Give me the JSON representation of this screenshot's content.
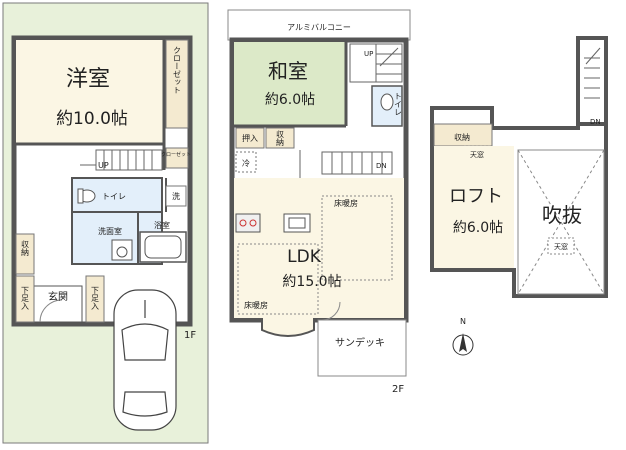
{
  "floor1": {
    "level": "1F",
    "western_room": {
      "name": "洋室",
      "area": "約10.0帖"
    },
    "closet": "クローゼット",
    "closet_small": "クローゼット",
    "stairs_up": "UP",
    "toilet": "トイレ",
    "wash_mark": "洗",
    "washroom": "洗面室",
    "bathroom": "浴室",
    "storage": "収納",
    "entrance": "玄関",
    "shoe_storage_left": "下足入",
    "shoe_storage_right": "下足入"
  },
  "floor2": {
    "level": "2F",
    "balcony": "アルミバルコニー",
    "japanese_room": {
      "name": "和室",
      "area": "約6.0帖"
    },
    "oshiire": "押入",
    "storage": "収納",
    "toilet": "トイレ",
    "stairs_up": "UP",
    "stairs_dn": "DN",
    "fridge": "冷",
    "floor_heating_top": "床暖房",
    "floor_heating_bottom": "床暖房",
    "ldk": {
      "name": "LDK",
      "area": "約15.0帖"
    },
    "sundeck": "サンデッキ"
  },
  "loft": {
    "storage": "収納",
    "skylight_left": "天窓",
    "skylight_right": "天窓",
    "loft_room": {
      "name": "ロフト",
      "area": "約6.0帖"
    },
    "atrium": "吹抜",
    "stairs_dn": "DN"
  },
  "compass": {
    "north": "N"
  }
}
